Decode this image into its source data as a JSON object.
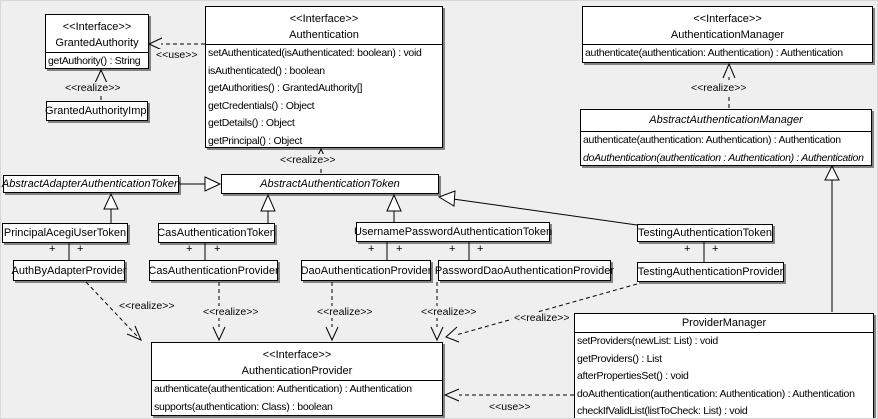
{
  "diagram": {
    "type": "uml-class-diagram",
    "labels": {
      "use": "<<use>>",
      "realize": "<<realize>>",
      "plus": "+"
    },
    "classes": {
      "granted_authority": {
        "stereotype": "<<Interface>>",
        "name": "GrantedAuthority",
        "methods": [
          "getAuthority() : String"
        ]
      },
      "granted_authority_impl": {
        "name": "GrantedAuthorityImpl"
      },
      "authentication": {
        "stereotype": "<<Interface>>",
        "name": "Authentication",
        "methods": [
          "setAuthenticated(isAuthenticated: boolean) : void",
          "isAuthenticated() : boolean",
          "getAuthorities() : GrantedAuthority[]",
          "getCredentials() : Object",
          "getDetails() : Object",
          "getPrincipal() : Object"
        ]
      },
      "authentication_manager": {
        "stereotype": "<<Interface>>",
        "name": "AuthenticationManager",
        "methods": [
          "authenticate(authentication: Authentication) : Authentication"
        ]
      },
      "abstract_authentication_manager": {
        "name": "AbstractAuthenticationManager",
        "methods": [
          "authenticate(authentication: Authentication) : Authentication",
          "doAuthentication(authentication : Authentication) : Authentication"
        ]
      },
      "abstract_adapter_authentication_token": {
        "name": "AbstractAdapterAuthenticationToken"
      },
      "abstract_authentication_token": {
        "name": "AbstractAuthenticationToken"
      },
      "principal_acegi_user_token": {
        "name": "PrincipalAcegiUserToken"
      },
      "cas_authentication_token": {
        "name": "CasAuthenticationToken"
      },
      "username_password_authentication_token": {
        "name": "UsernamePasswordAuthenticationToken"
      },
      "testing_authentication_token": {
        "name": "TestingAuthenticationToken"
      },
      "auth_by_adapter_provider": {
        "name": "AuthByAdapterProvider"
      },
      "cas_authentication_provider": {
        "name": "CasAuthenticationProvider"
      },
      "dao_authentication_provider": {
        "name": "DaoAuthenticationProvider"
      },
      "password_dao_authentication_provider": {
        "name": "PasswordDaoAuthenticationProvider"
      },
      "testing_authentication_provider": {
        "name": "TestingAuthenticationProvider"
      },
      "authentication_provider": {
        "stereotype": "<<Interface>>",
        "name": "AuthenticationProvider",
        "methods": [
          "authenticate(authentication: Authentication) : Authentication",
          "supports(authentication: Class) : boolean"
        ]
      },
      "provider_manager": {
        "name": "ProviderManager",
        "methods": [
          "setProviders(newList: List) : void",
          "getProviders() : List",
          "afterPropertiesSet() : void",
          "doAuthentication(authentication: Authentication) : Authentication",
          "checkIfValidList(listToCheck: List) : void"
        ]
      }
    }
  }
}
